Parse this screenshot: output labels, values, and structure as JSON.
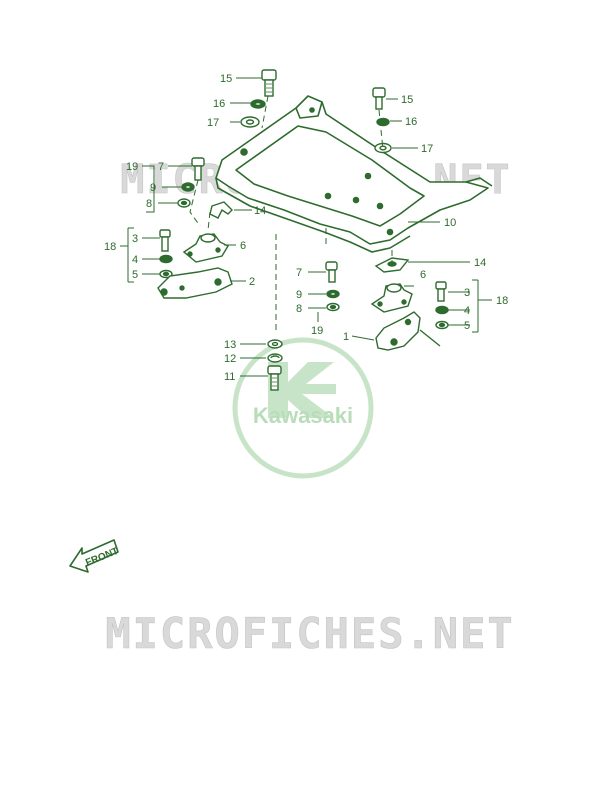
{
  "watermark": {
    "top_text": "MICROFICHES.NET",
    "bottom_text": "MICROFICHES.NET",
    "brand_text": "Kawasaki",
    "brand_color": "#b9dcb9",
    "watermark_color": "#d0d0d0"
  },
  "diagram": {
    "line_color": "#2e6b2e",
    "front_label": "FRONT",
    "callouts": {
      "c15a": "15",
      "c16a": "16",
      "c17a": "17",
      "c15b": "15",
      "c16b": "16",
      "c17b": "17",
      "c19a": "19",
      "c7a": "7",
      "c9a": "9",
      "c8a": "8",
      "c14a": "14",
      "c18a": "18",
      "c3a": "3",
      "c4a": "4",
      "c5a": "5",
      "c6a": "6",
      "c2": "2",
      "c10": "10",
      "c14b": "14",
      "c7b": "7",
      "c9b": "9",
      "c8b": "8",
      "c19b": "19",
      "c6b": "6",
      "c3b": "3",
      "c4b": "4",
      "c5b": "5",
      "c18b": "18",
      "c1": "1",
      "c13": "13",
      "c12": "12",
      "c11": "11"
    }
  }
}
